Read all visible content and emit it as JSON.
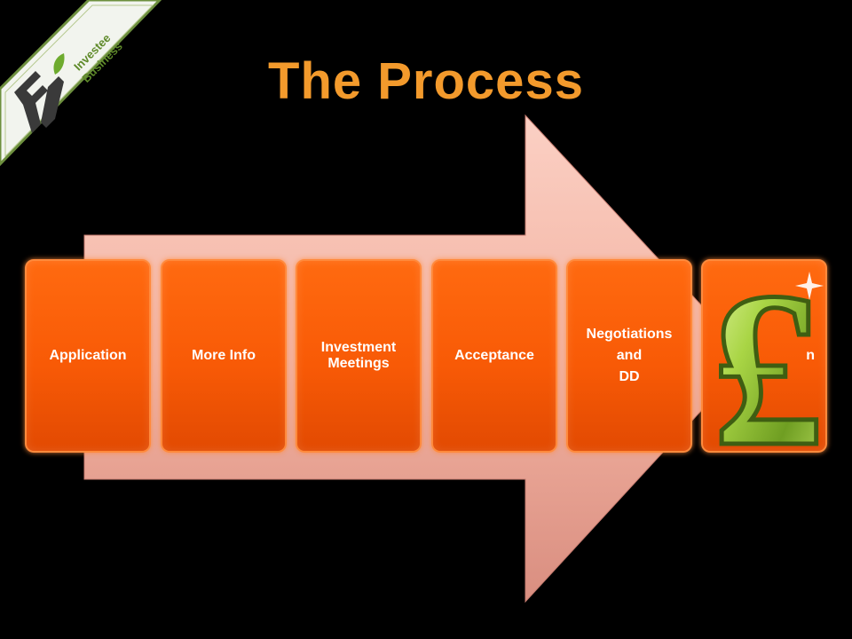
{
  "page": {
    "title": "The Process"
  },
  "badge": {
    "line1": "Investee",
    "line2": "Business",
    "logo_icon": "fi-sprout-logo-icon"
  },
  "steps": [
    {
      "lines": [
        "Application"
      ]
    },
    {
      "lines": [
        "More Info"
      ]
    },
    {
      "lines": [
        "Investment",
        "Meetings"
      ]
    },
    {
      "lines": [
        "Acceptance"
      ]
    },
    {
      "lines": [
        "Negotiations",
        "and",
        "DD"
      ]
    },
    {
      "lines": [
        "n"
      ]
    }
  ],
  "colors": {
    "title": "#f39a2c",
    "step_fill": "#f85a06",
    "arrow_fill": "#f4b6a6",
    "pound_green": "#9ccc3c",
    "background": "#000000"
  },
  "icons": {
    "pound": "pound-sign-icon",
    "sparkle": "sparkle-icon"
  }
}
